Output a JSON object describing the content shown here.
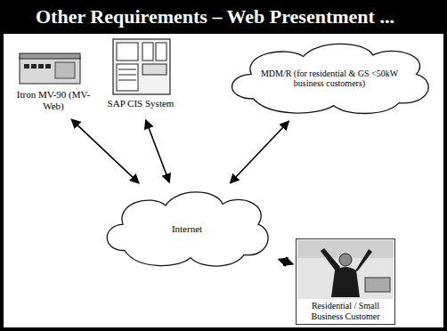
{
  "diagram": {
    "title": "Other Requirements – Web Presentment ...",
    "nodes": [
      {
        "text": [
          "Itron MV-90 (MV-Web)"
        ]
      },
      {
        "text": [
          "SAP CIS System"
        ]
      },
      {
        "text": [
          "MDM/R (for residential & GS <50kW business customers)"
        ]
      },
      {
        "text": [
          "Internet"
        ]
      },
      {
        "text": [
          "Residential / Small Business Customer"
        ]
      }
    ],
    "edges": [
      {
        "from": 0,
        "to": 3,
        "arrow": "both"
      },
      {
        "from": 1,
        "to": 3,
        "arrow": "both"
      },
      {
        "from": 2,
        "to": 3,
        "arrow": "both"
      },
      {
        "from": 3,
        "to": 4,
        "arrow": "both"
      }
    ]
  }
}
